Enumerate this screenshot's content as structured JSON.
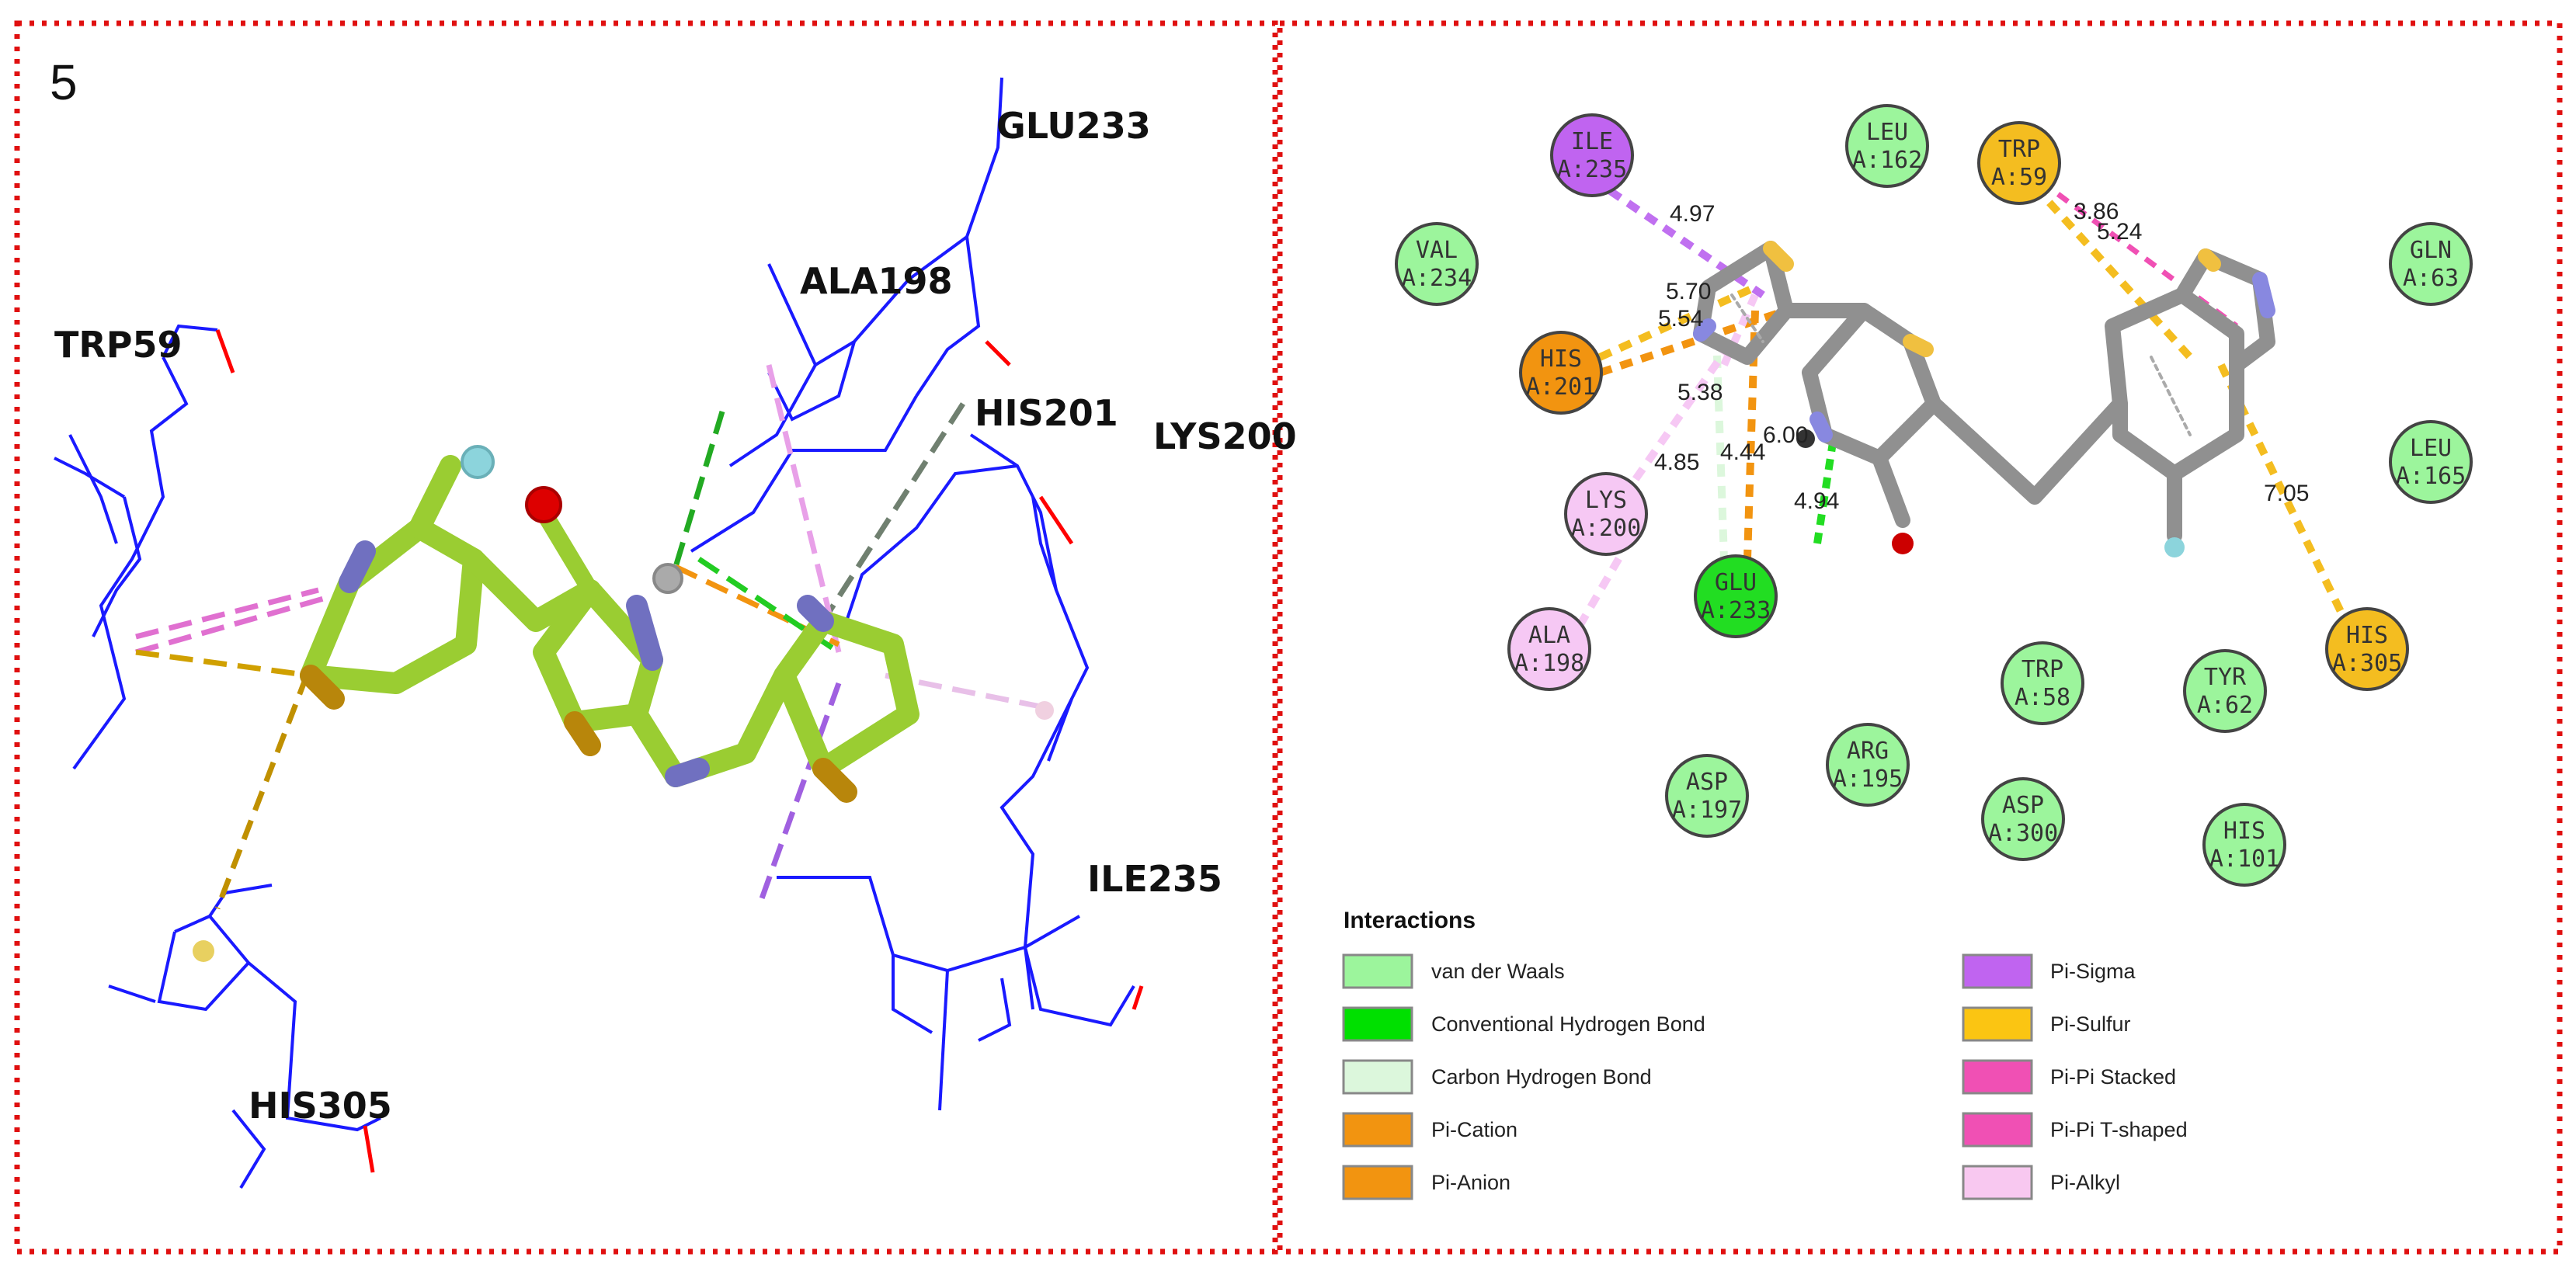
{
  "panel_number": "5",
  "left_panel": {
    "residue_labels": [
      {
        "id": "glu233",
        "text": "GLU233"
      },
      {
        "id": "ala198",
        "text": "ALA198"
      },
      {
        "id": "trp59",
        "text": "TRP59"
      },
      {
        "id": "his201",
        "text": "HIS201"
      },
      {
        "id": "lys200",
        "text": "LYS200"
      },
      {
        "id": "ile235",
        "text": "ILE235"
      },
      {
        "id": "his305",
        "text": "HIS305"
      }
    ]
  },
  "right_panel": {
    "residues": [
      {
        "id": "ile235",
        "name": "ILE",
        "num": "A:235",
        "type": "pi-sigma"
      },
      {
        "id": "leu162",
        "name": "LEU",
        "num": "A:162",
        "type": "vdw"
      },
      {
        "id": "trp59",
        "name": "TRP",
        "num": "A:59",
        "type": "pi-sulfur"
      },
      {
        "id": "val234",
        "name": "VAL",
        "num": "A:234",
        "type": "vdw"
      },
      {
        "id": "gln63",
        "name": "GLN",
        "num": "A:63",
        "type": "vdw"
      },
      {
        "id": "his201",
        "name": "HIS",
        "num": "A:201",
        "type": "pi-cation"
      },
      {
        "id": "leu165",
        "name": "LEU",
        "num": "A:165",
        "type": "vdw"
      },
      {
        "id": "lys200",
        "name": "LYS",
        "num": "A:200",
        "type": "pi-alkyl"
      },
      {
        "id": "glu233",
        "name": "GLU",
        "num": "A:233",
        "type": "hbond"
      },
      {
        "id": "ala198",
        "name": "ALA",
        "num": "A:198",
        "type": "pi-alkyl"
      },
      {
        "id": "his305",
        "name": "HIS",
        "num": "A:305",
        "type": "pi-sulfur"
      },
      {
        "id": "trp58",
        "name": "TRP",
        "num": "A:58",
        "type": "vdw"
      },
      {
        "id": "tyr62",
        "name": "TYR",
        "num": "A:62",
        "type": "vdw"
      },
      {
        "id": "arg195",
        "name": "ARG",
        "num": "A:195",
        "type": "vdw"
      },
      {
        "id": "asp197",
        "name": "ASP",
        "num": "A:197",
        "type": "vdw"
      },
      {
        "id": "asp300",
        "name": "ASP",
        "num": "A:300",
        "type": "vdw"
      },
      {
        "id": "his101",
        "name": "HIS",
        "num": "A:101",
        "type": "vdw"
      }
    ],
    "distances": [
      "4.97",
      "3.86",
      "5.24",
      "5.70",
      "5.54",
      "5.38",
      "6.00",
      "4.85",
      "4.44",
      "4.94",
      "7.05"
    ],
    "legend": {
      "title": "Interactions",
      "items": [
        {
          "label": "van der Waals",
          "color": "#9cf59c"
        },
        {
          "label": "Conventional Hydrogen Bond",
          "color": "#00e000"
        },
        {
          "label": "Carbon Hydrogen Bond",
          "color": "#dcf7dc"
        },
        {
          "label": "Pi-Cation",
          "color": "#f29410"
        },
        {
          "label": "Pi-Anion",
          "color": "#f29410"
        },
        {
          "label": "Pi-Sigma",
          "color": "#c064f0"
        },
        {
          "label": "Pi-Sulfur",
          "color": "#fbc512"
        },
        {
          "label": "Pi-Pi Stacked",
          "color": "#f050b4"
        },
        {
          "label": "Pi-Pi T-shaped",
          "color": "#f050b4"
        },
        {
          "label": "Pi-Alkyl",
          "color": "#f8c8f0"
        }
      ]
    }
  },
  "colors": {
    "border": "#e01010",
    "carbon_ligand_left": "#9acd32",
    "protein_wire": "#1a1aff",
    "vdw": "#a8f0a8",
    "hbond": "#22dd22",
    "pi_cation": "#f29410",
    "pi_sigma": "#c070f0",
    "pi_sulfur": "#f4bd20",
    "pi_alkyl": "#f6c8f4"
  }
}
